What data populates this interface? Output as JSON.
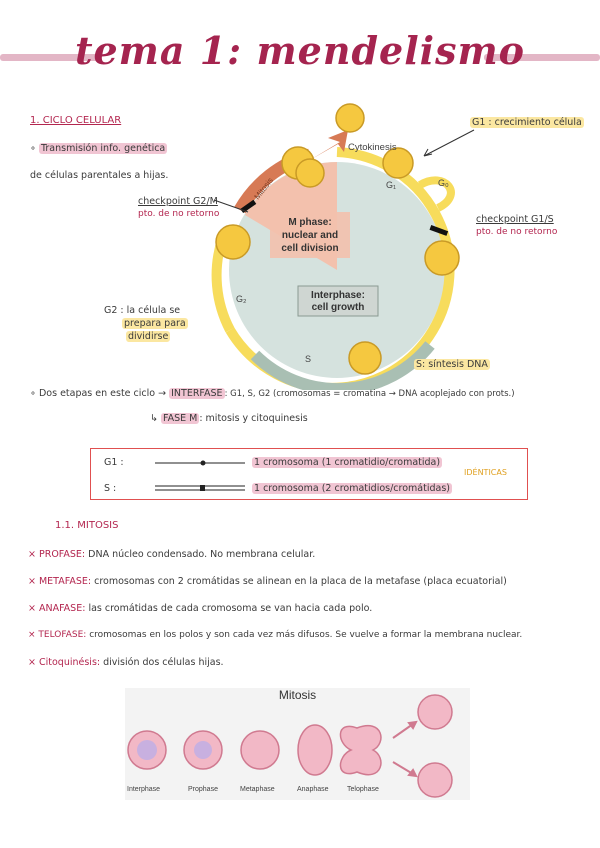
{
  "title": "tema 1: mendelismo",
  "section1": {
    "heading": "1. CICLO CELULAR",
    "bullet_line1": "Transmisión info. genética",
    "bullet_line2": "de células parentales a hijas."
  },
  "diagram": {
    "m_phase": "M phase: nuclear and cell division",
    "interphase": "Interphase: cell growth",
    "cytokinesis": "Cytokinesis",
    "mitosis": "Mitosis",
    "g1": "G1",
    "g0": "G0",
    "g2": "G2",
    "s": "S"
  },
  "annotations": {
    "g1_label": "G1 : crecimiento célula",
    "checkpoint_g2m": "checkpoint G2/M",
    "checkpoint_g2m_sub": "pto. de no retorno",
    "checkpoint_g1s": "checkpoint G1/S",
    "checkpoint_g1s_sub": "pto. de no retorno",
    "g2_label_a": "G2 : la célula se",
    "g2_label_b": "prepara para",
    "g2_label_c": "dividirse",
    "s_label": "S: síntesis DNA"
  },
  "stages": {
    "intro": "Dos etapas en este ciclo",
    "interfase_label": "INTERFASE",
    "interfase_text": ": G1, S, G2   (cromosomas = cromatina → DNA acoplejado con prots.)",
    "fase_m_label": "FASE M",
    "fase_m_text": ": mitosis y citoquinesis"
  },
  "chromosome_box": {
    "g1_label": "G1 :",
    "g1_text": "1 cromosoma (1 cromatidio/cromatida)",
    "s_label": "S :",
    "s_text": "1 cromosoma (2 cromatidios/cromátidas)",
    "identicas": "IDÉNTICAS"
  },
  "mitosis_section": {
    "heading": "1.1. MITOSIS",
    "items": [
      {
        "label": "PROFASE:",
        "text": "DNA núcleo condensado. No membrana celular."
      },
      {
        "label": "METAFASE:",
        "text": "cromosomas con 2 cromátidas se alinean en la placa de la metafase (placa ecuatorial)"
      },
      {
        "label": "ANAFASE:",
        "text": "las cromátidas de cada cromosoma se van hacia cada polo."
      },
      {
        "label": "TELOFASE:",
        "text": "cromosomas en los polos y son cada vez más difusos. Se vuelve a formar la membrana nuclear."
      },
      {
        "label": "Citoquinésis:",
        "text": "división dos células hijas."
      }
    ]
  },
  "mitosis_figure": {
    "title": "Mitosis",
    "stages": [
      "Interphase",
      "Prophase",
      "Metaphase",
      "Anaphase",
      "Telophase"
    ]
  }
}
